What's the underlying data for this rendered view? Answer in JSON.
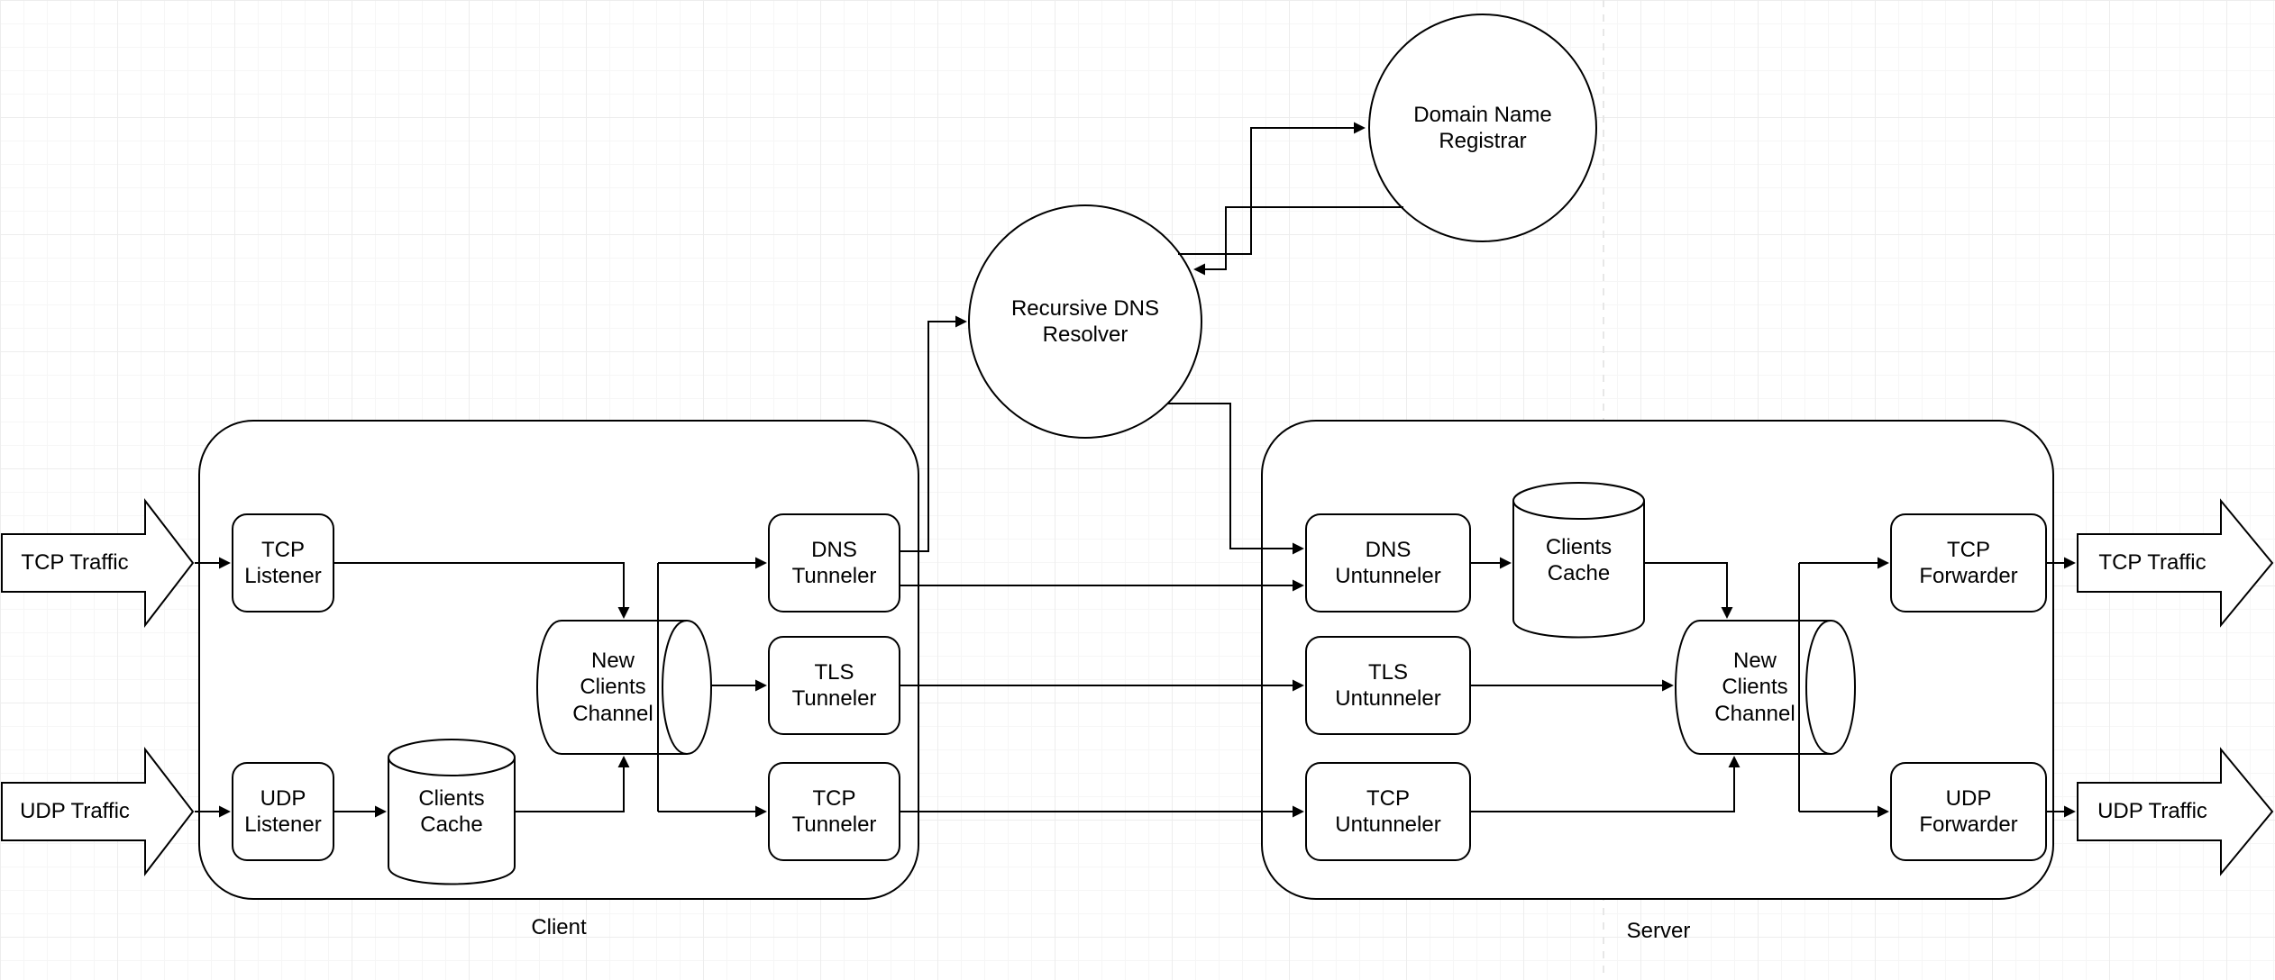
{
  "diagram": {
    "background": "#ffffff",
    "stroke_color": "#000000",
    "shape_fill": "#ffffff",
    "grid_color": "#f6f6f6"
  },
  "external_arrows": {
    "tcp_in": "TCP Traffic",
    "udp_in": "UDP Traffic",
    "tcp_out": "TCP Traffic",
    "udp_out": "UDP Traffic"
  },
  "actors": {
    "registrar": "Domain Name\nRegistrar",
    "resolver": "Recursive DNS\nResolver"
  },
  "client": {
    "label": "Client",
    "tcp_listener": "TCP\nListener",
    "udp_listener": "UDP\nListener",
    "clients_cache": "Clients\nCache",
    "new_clients_channel": "New\nClients\nChannel",
    "dns_tunneler": "DNS\nTunneler",
    "tls_tunneler": "TLS\nTunneler",
    "tcp_tunneler": "TCP\nTunneler"
  },
  "server": {
    "label": "Server",
    "dns_untunneler": "DNS\nUntunneler",
    "clients_cache": "Clients\nCache",
    "tls_untunneler": "TLS\nUntunneler",
    "tcp_untunneler": "TCP\nUntunneler",
    "new_clients_channel": "New\nClients\nChannel",
    "tcp_forwarder": "TCP\nForwarder",
    "udp_forwarder": "UDP\nForwarder"
  }
}
